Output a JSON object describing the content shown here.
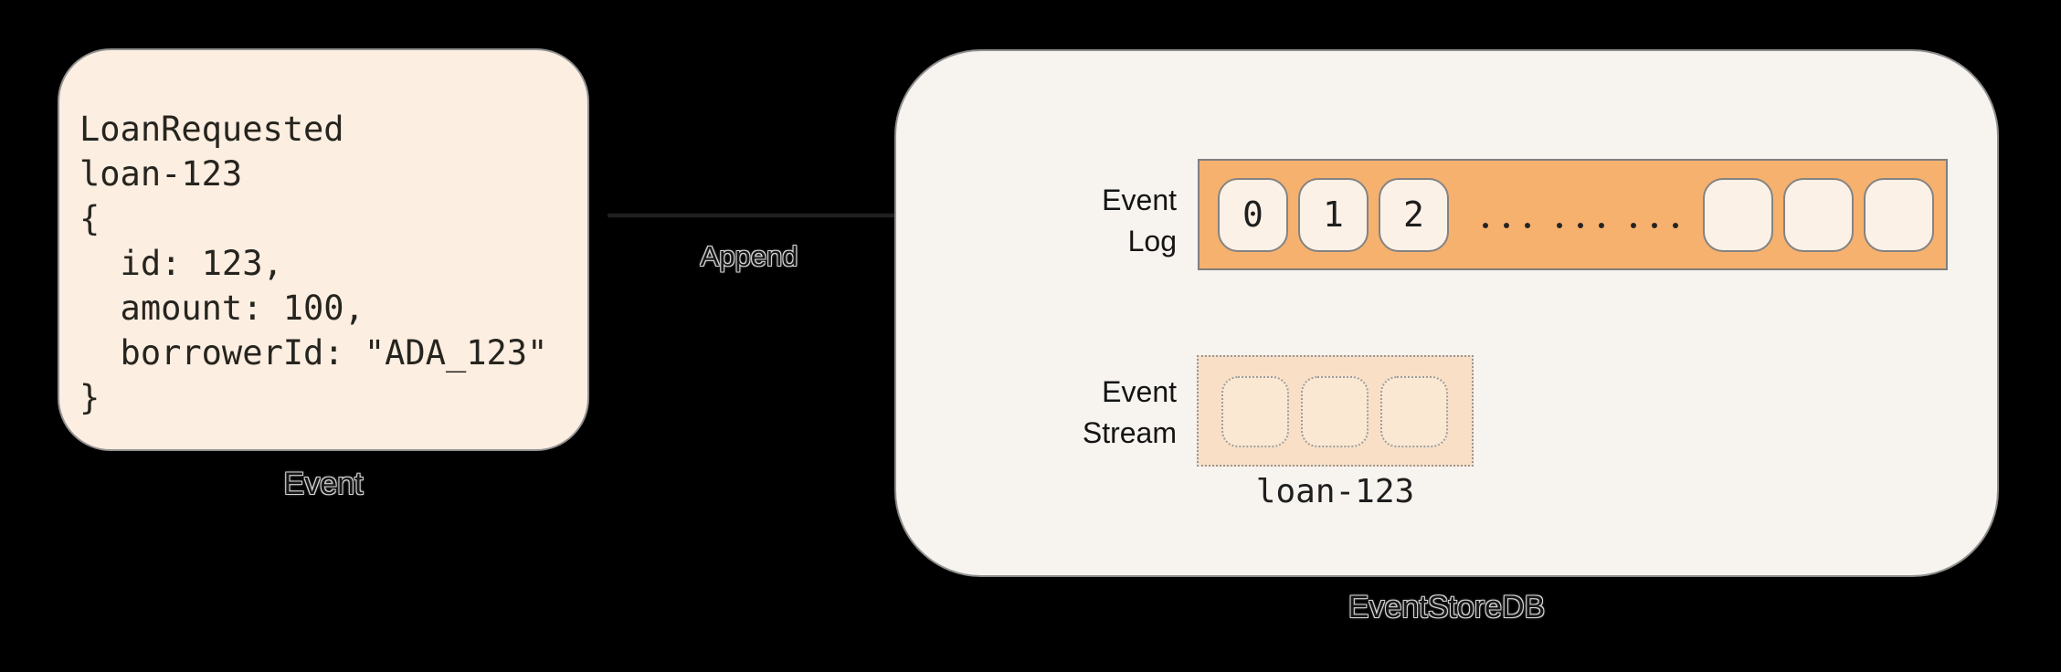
{
  "page": {
    "background": "#000000"
  },
  "event_card": {
    "label": "Event",
    "code_lines": [
      "LoanRequested",
      "loan-123",
      "{",
      "  id: 123,",
      "  amount: 100,",
      "  borrowerId: \"ADA_123\"",
      "}"
    ],
    "fill": "#fceee1",
    "border": "#919191"
  },
  "append": {
    "label": "Append",
    "arrow_color": "#1f1f1f"
  },
  "eventstoredb": {
    "label": "EventStoreDB",
    "fill": "#f7f3ee",
    "event_log": {
      "label_lines": [
        "Event",
        "Log"
      ],
      "bar_fill": "#f6b16e",
      "cell_fill": "#fcf1e7",
      "filled_cells": [
        "0",
        "1",
        "2"
      ],
      "ellipsis_dot_groups": 3,
      "dots_per_group": 3,
      "empty_cell_count": 3
    },
    "event_stream": {
      "label_lines": [
        "Event",
        "Stream"
      ],
      "box_fill": "#f9dfc5",
      "cell_fill": "#fbe8d3",
      "empty_cell_count": 3,
      "stream_name": "loan-123"
    }
  }
}
